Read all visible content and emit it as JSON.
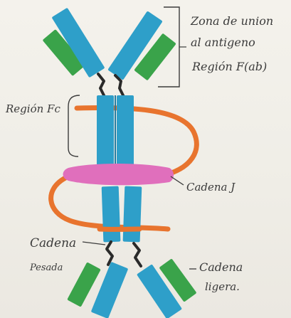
{
  "labels": {
    "binding_zone_line1": "Zona de union",
    "binding_zone_line2": "al antigeno",
    "fab_region": "Región F(ab)",
    "fc_region": "Región Fc",
    "j_chain": "Cadena J",
    "heavy_chain_line1": "Cadena",
    "heavy_chain_line2": "Pesada",
    "light_chain_line1": "Cadena",
    "light_chain_line2": "ligera."
  },
  "colors": {
    "heavy_chain": "#2e9fc9",
    "light_chain": "#3aa34a",
    "j_chain": "#e06fbc",
    "disulfide_loop": "#e8742e",
    "hinge": "#2a2a2a",
    "ink": "#3b3b3b"
  }
}
